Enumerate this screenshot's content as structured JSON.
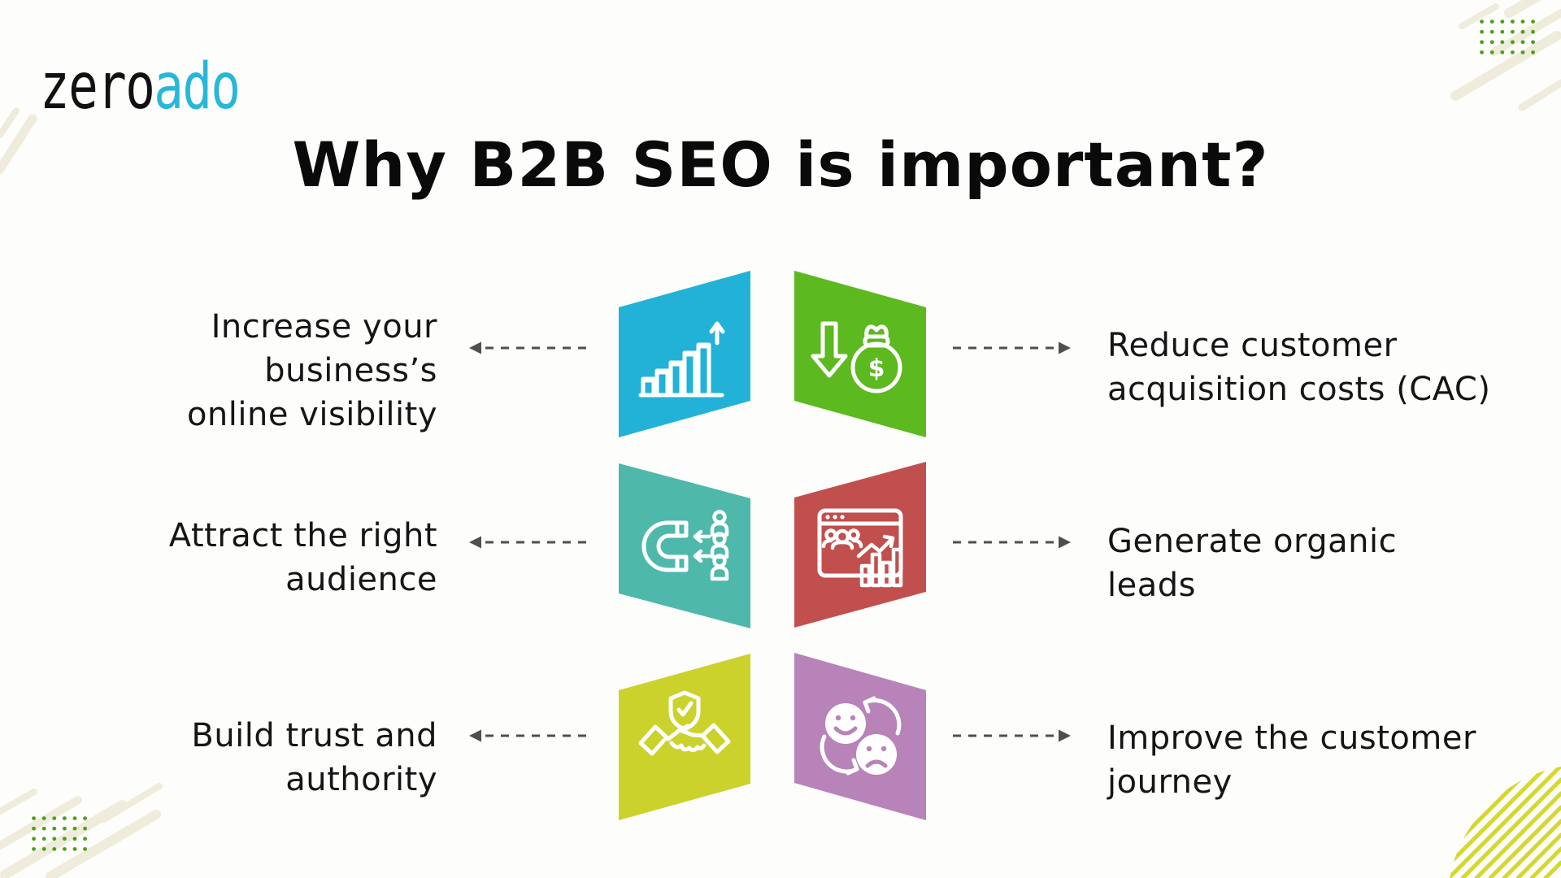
{
  "logo": {
    "prefix": "zero",
    "suffix": "ado",
    "suffix_color": "#27b7da"
  },
  "title": "Why B2B SEO is important?",
  "items": [
    {
      "id": "online-visibility",
      "side": "left",
      "color": "#22b2d8",
      "icon": "growth-chart-icon",
      "lines": [
        "Increase your business’s",
        "online visibility"
      ]
    },
    {
      "id": "reduce-cac",
      "side": "right",
      "color": "#5cb91f",
      "icon": "reduce-cost-icon",
      "lines": [
        "Reduce customer",
        "acquisition costs (CAC)"
      ]
    },
    {
      "id": "attract-audience",
      "side": "left",
      "color": "#4eb8ab",
      "icon": "magnet-audience-icon",
      "lines": [
        "Attract the right",
        "audience"
      ]
    },
    {
      "id": "organic-leads",
      "side": "right",
      "color": "#c14f4d",
      "icon": "organic-traffic-icon",
      "lines": [
        "Generate organic",
        "leads"
      ]
    },
    {
      "id": "trust-authority",
      "side": "left",
      "color": "#cbd22b",
      "icon": "handshake-shield-icon",
      "lines": [
        "Build trust and",
        "authority"
      ]
    },
    {
      "id": "customer-journey",
      "side": "right",
      "color": "#b883b9",
      "icon": "customer-feedback-icon",
      "lines": [
        "Improve the customer",
        "journey"
      ]
    }
  ],
  "icons": {
    "dollar_symbol": "$"
  },
  "decor": {
    "dot_color": "#4a9e19",
    "stripe_color": "#efecdb",
    "hatch_color": "#d6d72f",
    "arrow_color": "#4f4f4f",
    "background": "#fdfdfb"
  }
}
